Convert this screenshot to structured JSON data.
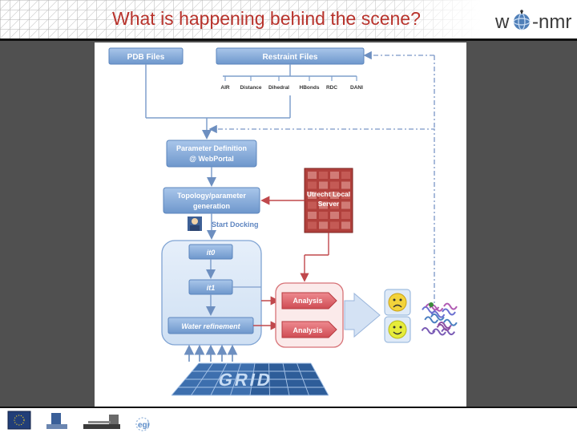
{
  "slide": {
    "title": "What is happening behind the scene?"
  },
  "logo": {
    "left_text": "w",
    "right_text": "-nmr",
    "icon": "globe-icon"
  },
  "diagram": {
    "pdb_files": "PDB Files",
    "restraint_files": "Restraint Files",
    "restraint_types": [
      "AIR",
      "Distance",
      "Dihedral",
      "HBonds",
      "RDC",
      "DANI"
    ],
    "parameter_definition_line1": "Parameter Definition",
    "parameter_definition_line2": "@ WebPortal",
    "topology_line1": "Topology/parameter",
    "topology_line2": "generation",
    "start_docking": "Start Docking",
    "it0": "it0",
    "it1": "it1",
    "water_refinement": "Water refinement",
    "analysis_1": "Analysis",
    "analysis_2": "Analysis",
    "server_line1": "Utrecht Local",
    "server_line2": "Server",
    "grid_label": "GRID"
  },
  "footer": {
    "icons": [
      "eu-flag-icon",
      "partner-logo-icon",
      "institution-logo-icon",
      "egi-logo-icon"
    ],
    "egi_text": "egi"
  },
  "colors": {
    "title_red": "#b8332c",
    "box_blue": "#7aa4d8",
    "box_blue_dark": "#4a78b5",
    "analysis_red": "#d9545a",
    "server_red": "#b0403c",
    "stage_gray": "#505050"
  }
}
